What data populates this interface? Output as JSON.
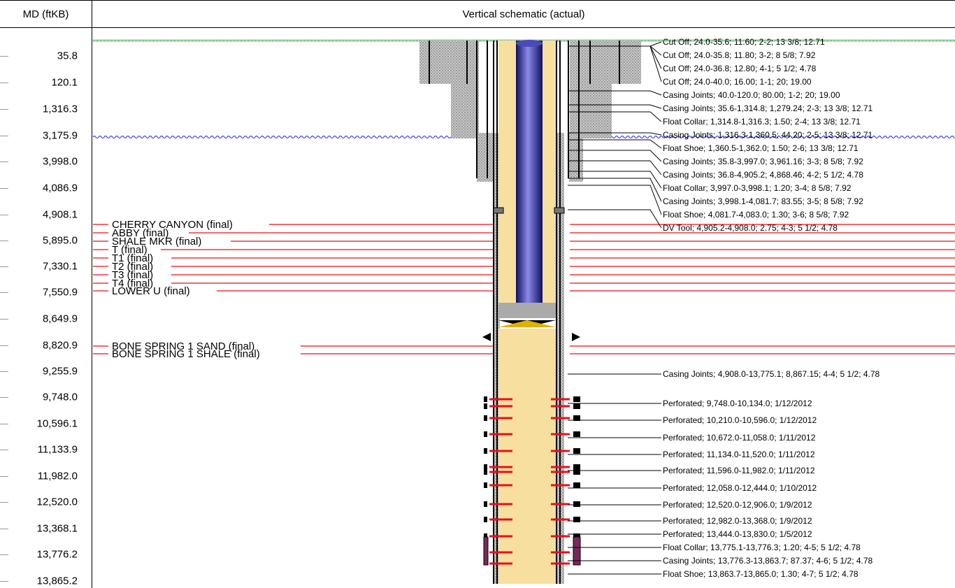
{
  "header": {
    "md_label": "MD (ftKB)",
    "title": "Vertical schematic (actual)"
  },
  "depths": [
    "35.8",
    "120.1",
    "1,316.3",
    "3,175.9",
    "3,998.0",
    "4,086.9",
    "4,908.1",
    "5,895.0",
    "7,330.1",
    "7,550.9",
    "8,649.9",
    "8,820.9",
    "9,255.9",
    "9,748.0",
    "10,596.1",
    "11,133.9",
    "11,982.0",
    "12,520.0",
    "13,368.1",
    "13,776.2",
    "13,865.2"
  ],
  "formations": [
    "CHERRY CANYON (final)",
    "ABBY (final)",
    "SHALE MKR (final)",
    "T (final)",
    "T1 (final)",
    "T2 (final)",
    "T3 (final)",
    "T4 (final)",
    "LOWER U (final)",
    "BONE SPRING 1 SAND (final)",
    "BONE SPRING 1 SHALE (final)"
  ],
  "annotations": [
    "Cut Off; 24.0-35.6; 11.60; 2-2; 13 3/8; 12.71",
    "Cut Off; 24.0-35.8; 11.80; 3-2; 8 5/8; 7.92",
    "Cut Off; 24.0-36.8; 12.80; 4-1; 5 1/2; 4.78",
    "Cut Off; 24.0-40.0; 16.00; 1-1; 20; 19.00",
    "Casing Joints; 40.0-120.0; 80.00; 1-2; 20; 19.00",
    "Casing Joints; 35.6-1,314.8; 1,279.24; 2-3; 13 3/8; 12.71",
    "Float Collar; 1,314.8-1,316.3; 1.50; 2-4; 13 3/8; 12.71",
    "Casing Joints; 1,316.3-1,360.5; 44.20; 2-5; 13 3/8; 12.71",
    "Float Shoe; 1,360.5-1,362.0; 1.50; 2-6; 13 3/8; 12.71",
    "Casing Joints; 35.8-3,997.0; 3,961.16; 3-3; 8 5/8; 7.92",
    "Casing Joints; 36.8-4,905.2; 4,868.46; 4-2; 5 1/2; 4.78",
    "Float Collar; 3,997.0-3,998.1; 1.20; 3-4; 8 5/8; 7.92",
    "Casing Joints; 3,998.1-4,081.7; 83.55; 3-5; 8 5/8; 7.92",
    "Float Shoe; 4,081.7-4,083.0; 1.30; 3-6; 8 5/8; 7.92",
    "DV Tool; 4,905.2-4,908.0; 2.75; 4-3; 5 1/2; 4.78",
    "Casing Joints; 4,908.0-13,775.1; 8,867.15; 4-4; 5 1/2; 4.78",
    "Perforated; 9,748.0-10,134.0; 1/12/2012",
    "Perforated; 10,210.0-10,596.0; 1/12/2012",
    "Perforated; 10,672.0-11,058.0; 1/11/2012",
    "Perforated; 11,134.0-11,520.0; 1/11/2012",
    "Perforated; 11,596.0-11,982.0; 1/11/2012",
    "Perforated; 12,058.0-12,444.0; 1/10/2012",
    "Perforated; 12,520.0-12,906.0; 1/9/2012",
    "Perforated; 12,982.0-13,368.0; 1/9/2012",
    "Perforated; 13,444.0-13,830.0; 1/5/2012",
    "Float Collar; 13,775.1-13,776.3; 1.20; 4-5; 5 1/2; 4.78",
    "Casing Joints; 13,776.3-13,863.7; 87.37; 4-6; 5 1/2; 4.78",
    "Float Shoe; 13,863.7-13,865.0; 1.30; 4-7; 5 1/2; 4.78"
  ],
  "colors": {
    "formation_line": "#e8101a",
    "ground": "#2a9d3a",
    "water": "#1a1aff",
    "tubing": "#3333cc",
    "fluid": "#f7dfa0",
    "cement": "#bbbbbb",
    "perf": "#e8101a"
  }
}
